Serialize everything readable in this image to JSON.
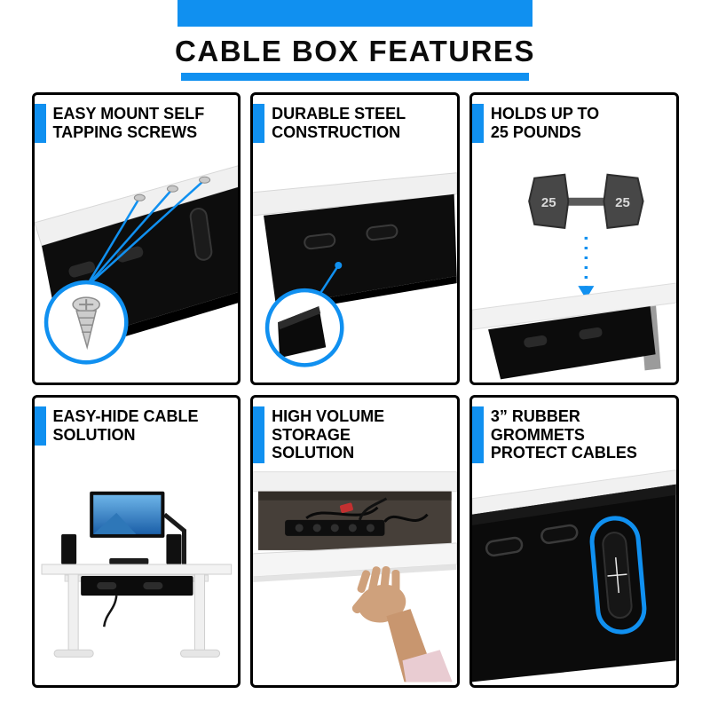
{
  "accent_color": "#1090f0",
  "header": {
    "title": "CABLE BOX FEATURES"
  },
  "panels": [
    {
      "id": "easy-mount-screws",
      "lines": [
        "EASY MOUNT SELF",
        "TAPPING SCREWS"
      ]
    },
    {
      "id": "durable-steel",
      "lines": [
        "DURABLE STEEL",
        "CONSTRUCTION"
      ]
    },
    {
      "id": "holds-25-pounds",
      "lines": [
        "HOLDS UP TO",
        "25 POUNDS"
      ],
      "dumbbell_label": "25"
    },
    {
      "id": "easy-hide-cable",
      "lines": [
        "EASY-HIDE CABLE",
        "SOLUTION"
      ]
    },
    {
      "id": "high-volume-storage",
      "lines": [
        "HIGH VOLUME",
        "STORAGE",
        "SOLUTION"
      ]
    },
    {
      "id": "rubber-grommets",
      "lines": [
        "3” RUBBER",
        "GROMMETS",
        "PROTECT CABLES"
      ]
    }
  ]
}
